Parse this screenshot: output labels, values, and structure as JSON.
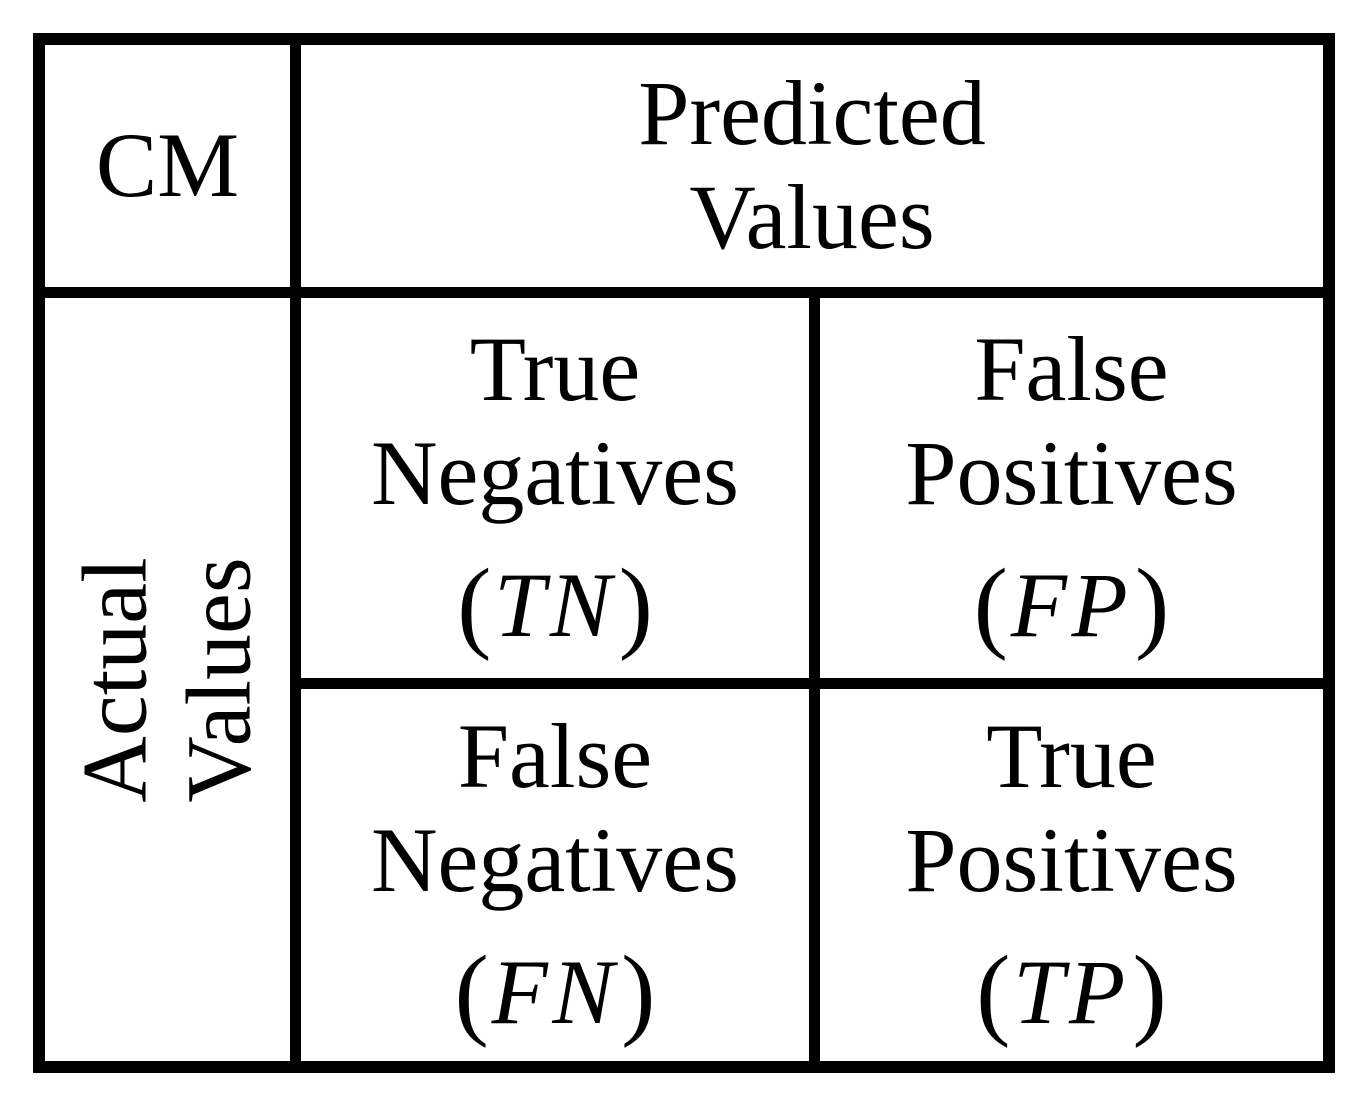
{
  "diagram": {
    "type": "confusion-matrix",
    "corner_label": "CM",
    "predicted_header": {
      "line1": "Predicted",
      "line2": "Values"
    },
    "actual_header": {
      "line1": "Actual",
      "line2": "Values"
    },
    "cells": {
      "tn": {
        "line1": "True",
        "line2": "Negatives",
        "abbr": "TN"
      },
      "fp": {
        "line1": "False",
        "line2": "Positives",
        "abbr": "FP"
      },
      "fn": {
        "line1": "False",
        "line2": "Negatives",
        "abbr": "FN"
      },
      "tp": {
        "line1": "True",
        "line2": "Positives",
        "abbr": "TP"
      }
    }
  },
  "symbols": {
    "paren_open": "(",
    "paren_close": ")"
  },
  "colors": {
    "line": "#000000",
    "background": "#ffffff",
    "text": "#000000"
  }
}
